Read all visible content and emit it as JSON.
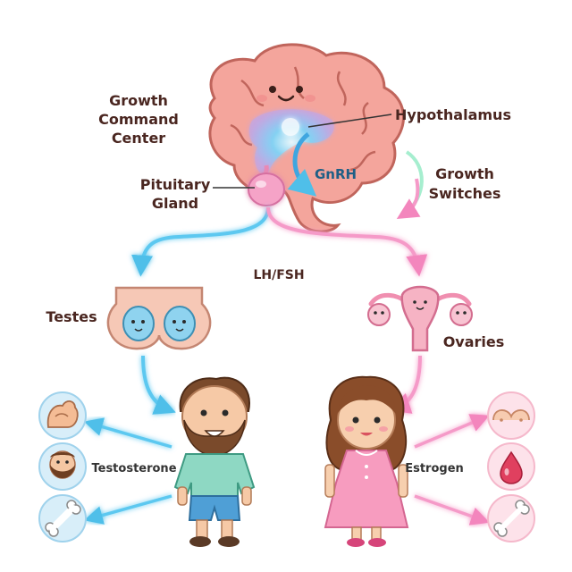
{
  "labels": {
    "growth_command_1": "Growth",
    "growth_command_2": "Command",
    "growth_command_3": "Center",
    "hypothalamus": "Hypothalamus",
    "gnrh": "GnRH",
    "growth_switches_1": "Growth",
    "growth_switches_2": "Switches",
    "pituitary_1": "Pituitary",
    "pituitary_2": "Gland",
    "lh_fsh": "LH/FSH",
    "testes": "Testes",
    "ovaries": "Ovaries",
    "testosterone": "Testosterone",
    "estrogen": "Estrogen"
  },
  "icons": {
    "left": [
      "muscle-icon",
      "beard-icon",
      "bone-icon"
    ],
    "right": [
      "breast-icon",
      "blood-drop-icon",
      "bone-icon"
    ]
  },
  "colors": {
    "blue_arrow": "#5cc8f0",
    "pink_arrow": "#f59ac8",
    "brain": "#f4a59c",
    "hypothalamus_glow": "#63c6f5"
  }
}
